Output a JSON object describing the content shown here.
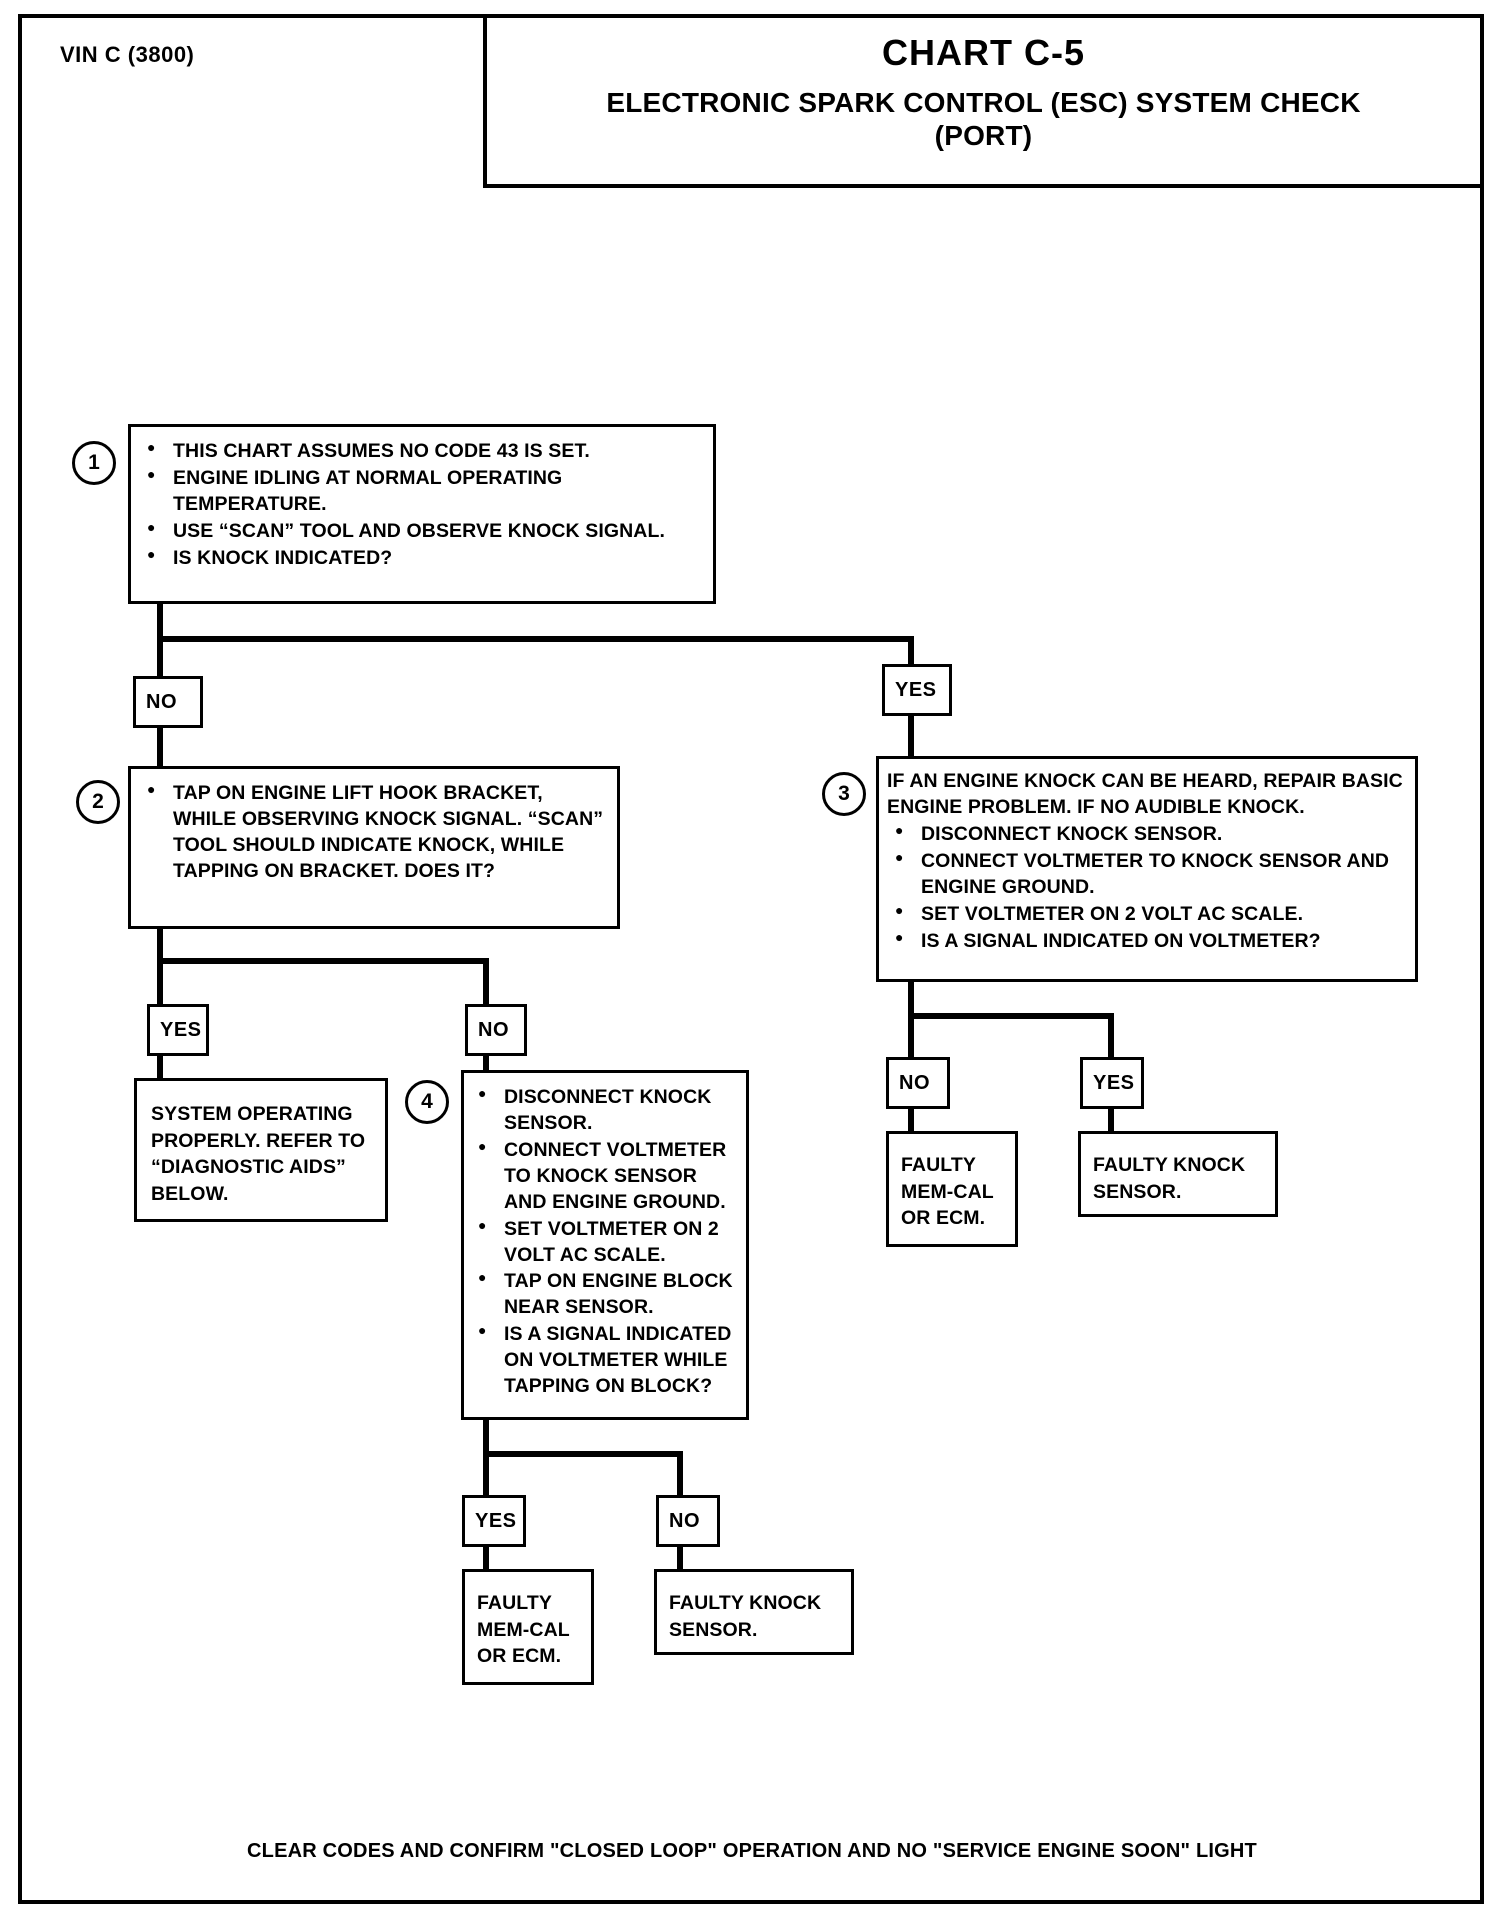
{
  "header": {
    "vin": "VIN C (3800)",
    "chart_number": "CHART C-5",
    "title_line1": "ELECTRONIC SPARK CONTROL (ESC) SYSTEM CHECK",
    "title_line2": "(PORT)"
  },
  "footer": {
    "note": "CLEAR CODES AND CONFIRM \"CLOSED LOOP\" OPERATION AND NO  \"SERVICE ENGINE SOON\"  LIGHT"
  },
  "steps": {
    "step1": {
      "number": "1",
      "bullets": [
        "THIS CHART ASSUMES NO CODE 43 IS SET.",
        "ENGINE IDLING AT NORMAL OPERATING TEMPERATURE.",
        "USE “SCAN” TOOL AND OBSERVE KNOCK SIGNAL.",
        "IS KNOCK INDICATED?"
      ]
    },
    "step2": {
      "number": "2",
      "bullets": [
        "TAP ON ENGINE LIFT HOOK BRACKET, WHILE OBSERVING KNOCK SIGNAL. “SCAN” TOOL SHOULD INDICATE KNOCK, WHILE TAPPING ON BRACKET. DOES IT?"
      ]
    },
    "step3": {
      "number": "3",
      "intro": "IF AN ENGINE KNOCK CAN BE HEARD, REPAIR BASIC ENGINE PROBLEM.  IF NO AUDIBLE KNOCK.",
      "bullets": [
        "DISCONNECT KNOCK SENSOR.",
        "CONNECT VOLTMETER TO KNOCK SENSOR AND ENGINE GROUND.",
        "SET VOLTMETER ON 2 VOLT AC SCALE.",
        "IS A SIGNAL INDICATED ON VOLTMETER?"
      ]
    },
    "step4": {
      "number": "4",
      "bullets": [
        "DISCONNECT KNOCK SENSOR.",
        "CONNECT VOLTMETER TO KNOCK SENSOR AND ENGINE GROUND.",
        "SET VOLTMETER ON 2 VOLT AC SCALE.",
        "TAP ON ENGINE BLOCK NEAR SENSOR.",
        "IS A SIGNAL INDICATED ON VOLTMETER WHILE TAPPING ON BLOCK?"
      ]
    }
  },
  "branches": {
    "step1_no": "NO",
    "step1_yes": "YES",
    "step2_yes": "YES",
    "step2_no": "NO",
    "step3_no": "NO",
    "step3_yes": "YES",
    "step4_yes": "YES",
    "step4_no": "NO"
  },
  "terminals": {
    "system_ok": "SYSTEM OPERATING PROPERLY.  REFER TO “DIAGNOSTIC AIDS” BELOW.",
    "step3_no_result": "FAULTY MEM-CAL OR ECM.",
    "step3_yes_result": "FAULTY KNOCK SENSOR.",
    "step4_yes_result": "FAULTY MEM-CAL OR ECM.",
    "step4_no_result": "FAULTY KNOCK SENSOR."
  },
  "colors": {
    "ink": "#000000",
    "paper": "#ffffff"
  }
}
